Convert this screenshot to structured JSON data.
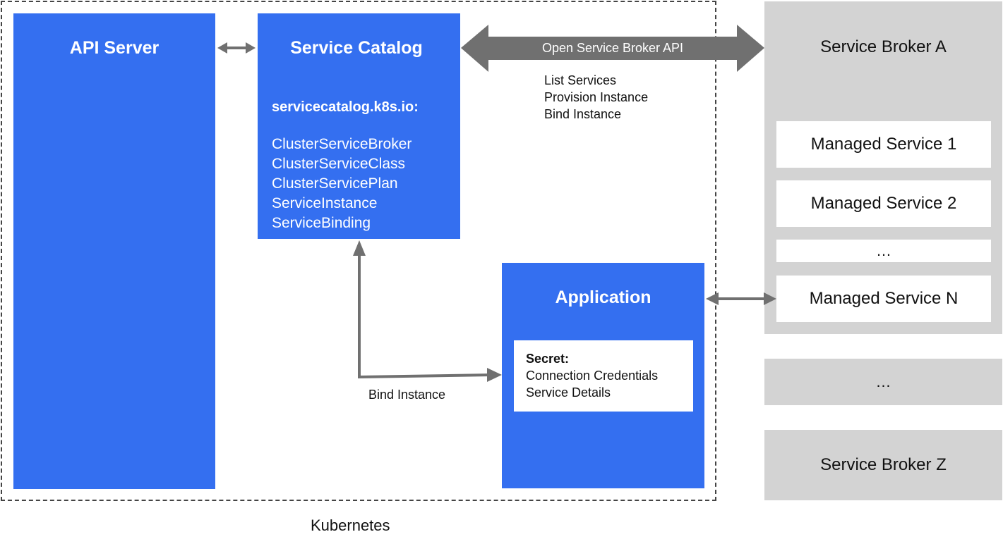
{
  "kubernetes_label": "Kubernetes",
  "api_server": {
    "title": "API Server"
  },
  "service_catalog": {
    "title": "Service Catalog",
    "group": "servicecatalog.k8s.io:",
    "resources": [
      "ClusterServiceBroker",
      "ClusterServiceClass",
      "ClusterServicePlan",
      "ServiceInstance",
      "ServiceBinding"
    ]
  },
  "osb_api": {
    "label": "Open Service Broker API",
    "operations": [
      "List Services",
      "Provision Instance",
      "Bind Instance"
    ]
  },
  "application": {
    "title": "Application",
    "secret_title": "Secret:",
    "secret_lines": [
      "Connection Credentials",
      "Service Details"
    ]
  },
  "bind_instance_label": "Bind Instance",
  "broker_a": {
    "title": "Service Broker A",
    "services": [
      "Managed Service 1",
      "Managed Service 2",
      "…",
      "Managed Service N"
    ]
  },
  "broker_ellipsis": "…",
  "broker_z": {
    "title": "Service Broker Z"
  },
  "colors": {
    "blue": "#346ff0",
    "gray": "#d3d3d3",
    "arrow": "#707070"
  }
}
